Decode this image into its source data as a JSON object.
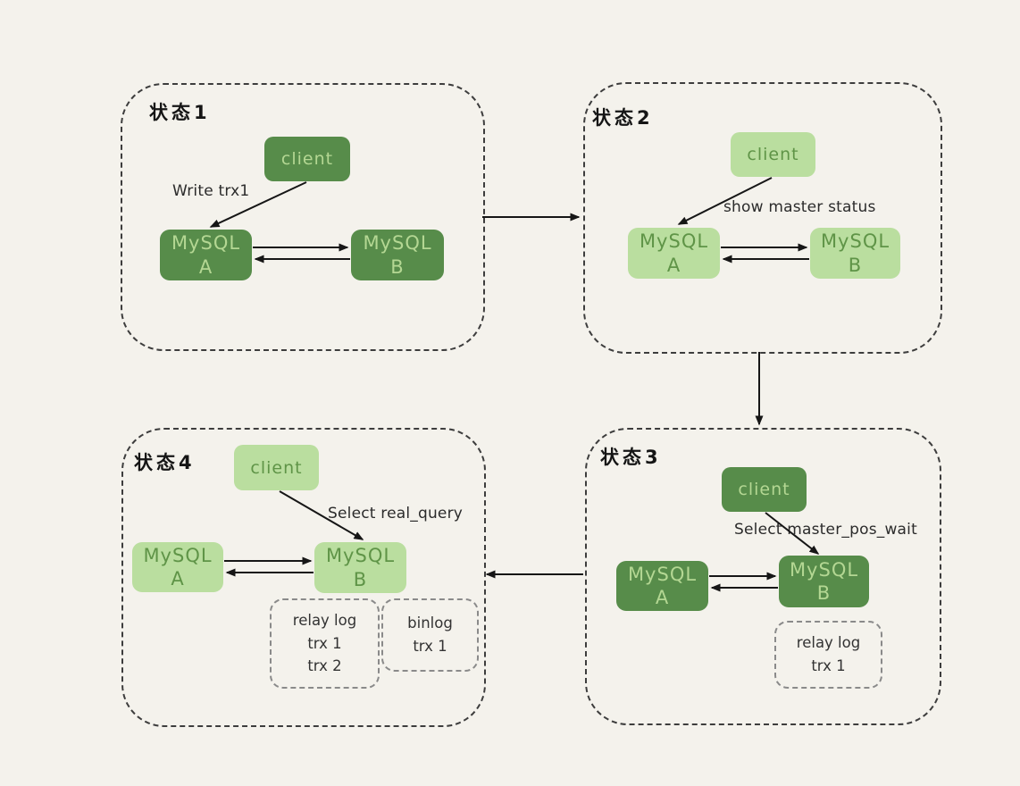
{
  "diagram": {
    "background": "#f4f2ec",
    "colors": {
      "dark_box": "#578c4a",
      "dark_box_text": "#b4d793",
      "light_box": "#bade9f",
      "light_box_text": "#5f9447",
      "arrow": "#161616",
      "dashed_border": "#3d3d3d"
    },
    "states": [
      {
        "label": "状态1",
        "client": "client",
        "annotation": "Write trx1",
        "node_a": {
          "name": "MySQL",
          "suffix": "A"
        },
        "node_b": {
          "name": "MySQL",
          "suffix": "B"
        }
      },
      {
        "label": "状态2",
        "client": "client",
        "annotation": "show master status",
        "node_a": {
          "name": "MySQL",
          "suffix": "A"
        },
        "node_b": {
          "name": "MySQL",
          "suffix": "B"
        }
      },
      {
        "label": "状态3",
        "client": "client",
        "annotation": "Select master_pos_wait",
        "node_a": {
          "name": "MySQL",
          "suffix": "A"
        },
        "node_b": {
          "name": "MySQL",
          "suffix": "B"
        },
        "relay_log": {
          "title": "relay log",
          "entries": [
            "trx 1"
          ]
        }
      },
      {
        "label": "状态4",
        "client": "client",
        "annotation": "Select real_query",
        "node_a": {
          "name": "MySQL",
          "suffix": "A"
        },
        "node_b": {
          "name": "MySQL",
          "suffix": "B"
        },
        "relay_log": {
          "title": "relay log",
          "entries": [
            "trx 1",
            "trx 2"
          ]
        },
        "binlog": {
          "title": "binlog",
          "entries": [
            "trx 1"
          ]
        }
      }
    ]
  }
}
